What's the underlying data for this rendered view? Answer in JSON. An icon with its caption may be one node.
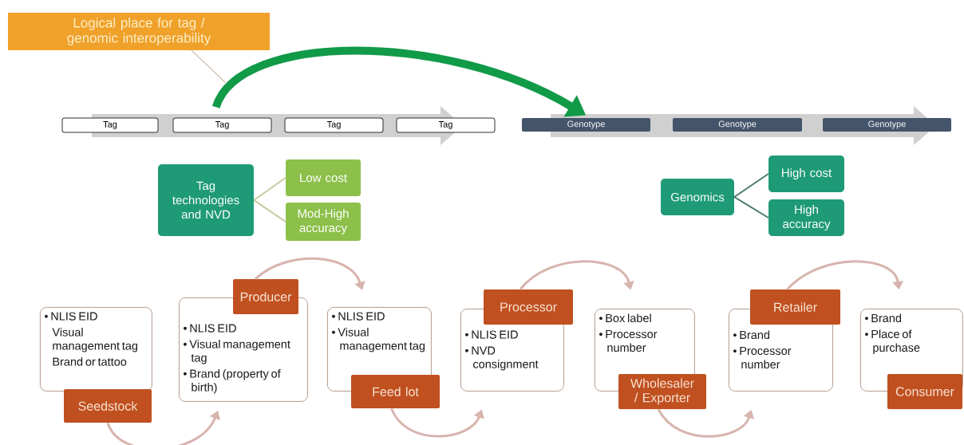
{
  "diagram": {
    "nodes": [
      {
        "text": [
          "Logical place for tag / genomic interoperability"
        ]
      },
      {
        "text": [
          "Tag"
        ]
      },
      {
        "text": [
          "Tag"
        ]
      },
      {
        "text": [
          "Tag"
        ]
      },
      {
        "text": [
          "Tag"
        ]
      },
      {
        "text": [
          "Genotype"
        ]
      },
      {
        "text": [
          "Genotype"
        ]
      },
      {
        "text": [
          "Genotype"
        ]
      },
      {
        "text": [
          "Tag technologies and NVD"
        ]
      },
      {
        "text": [
          "Low cost"
        ]
      },
      {
        "text": [
          "Mod-High accuracy"
        ]
      },
      {
        "text": [
          "Genomics"
        ]
      },
      {
        "text": [
          "High cost"
        ]
      },
      {
        "text": [
          "High accuracy"
        ]
      },
      {
        "text": [
          "• NLIS EID",
          "Visual management tag",
          "Brand or tattoo"
        ]
      },
      {
        "text": [
          "Seedstock"
        ]
      },
      {
        "text": [
          "Producer"
        ]
      },
      {
        "text": [
          "• NLIS EID",
          "• Visual management tag",
          "• Brand (property of birth)"
        ]
      },
      {
        "text": [
          "• NLIS EID",
          "• Visual management tag"
        ]
      },
      {
        "text": [
          "Feed lot"
        ]
      },
      {
        "text": [
          "Processor"
        ]
      },
      {
        "text": [
          "• NLIS EID",
          "• NVD consignment"
        ]
      },
      {
        "text": [
          "• Box label",
          "• Processor number"
        ]
      },
      {
        "text": [
          "Wholesaler / Exporter"
        ]
      },
      {
        "text": [
          "Retailer"
        ]
      },
      {
        "text": [
          "• Brand",
          "• Processor number"
        ]
      },
      {
        "text": [
          "• Brand",
          "• Place of purchase"
        ]
      },
      {
        "text": [
          "Consumer"
        ]
      }
    ],
    "edges": [
      {
        "from": 0,
        "to": null,
        "arrow": "none",
        "color": "#a07850"
      },
      {
        "from": 2,
        "to": 5,
        "arrow": "to",
        "style": "thick",
        "color": "#119a48"
      },
      {
        "from": 8,
        "to": 9,
        "arrow": "none",
        "color": "#c8c8a0"
      },
      {
        "from": 8,
        "to": 10,
        "arrow": "none",
        "color": "#c8c8a0"
      },
      {
        "from": 11,
        "to": 12,
        "arrow": "none",
        "color": "#4a7a6a"
      },
      {
        "from": 11,
        "to": 13,
        "arrow": "none",
        "color": "#4a7a6a"
      },
      {
        "from": 15,
        "to": 17,
        "arrow": "to"
      },
      {
        "from": 16,
        "to": 18,
        "arrow": "to"
      },
      {
        "from": 19,
        "to": 21,
        "arrow": "to"
      },
      {
        "from": 20,
        "to": 22,
        "arrow": "to"
      },
      {
        "from": 23,
        "to": 25,
        "arrow": "to"
      },
      {
        "from": 24,
        "to": 26,
        "arrow": "to"
      }
    ]
  }
}
